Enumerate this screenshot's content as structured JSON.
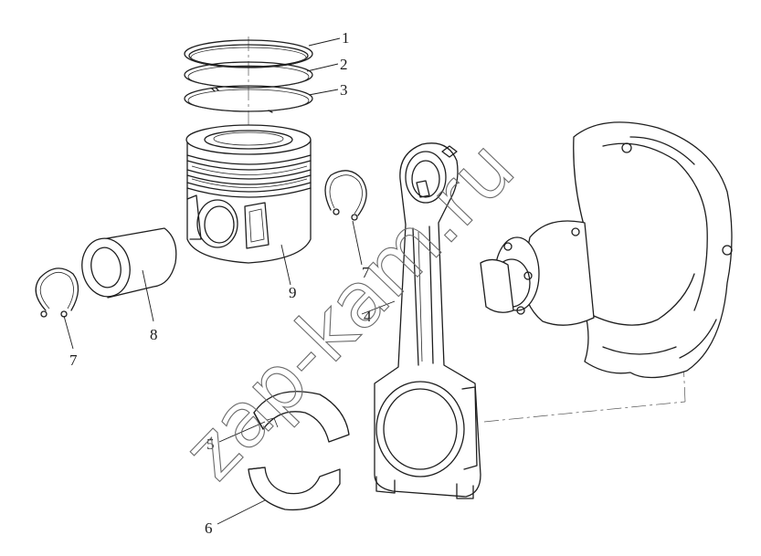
{
  "diagram": {
    "callouts": [
      {
        "id": "c1",
        "text": "1"
      },
      {
        "id": "c2",
        "text": "2"
      },
      {
        "id": "c3",
        "text": "3"
      },
      {
        "id": "c4",
        "text": "4"
      },
      {
        "id": "c5",
        "text": "5"
      },
      {
        "id": "c6",
        "text": "6"
      },
      {
        "id": "c7a",
        "text": "7"
      },
      {
        "id": "c7b",
        "text": "7"
      },
      {
        "id": "c8",
        "text": "8"
      },
      {
        "id": "c9",
        "text": "9"
      }
    ],
    "watermark": "zap-kam.ru"
  }
}
